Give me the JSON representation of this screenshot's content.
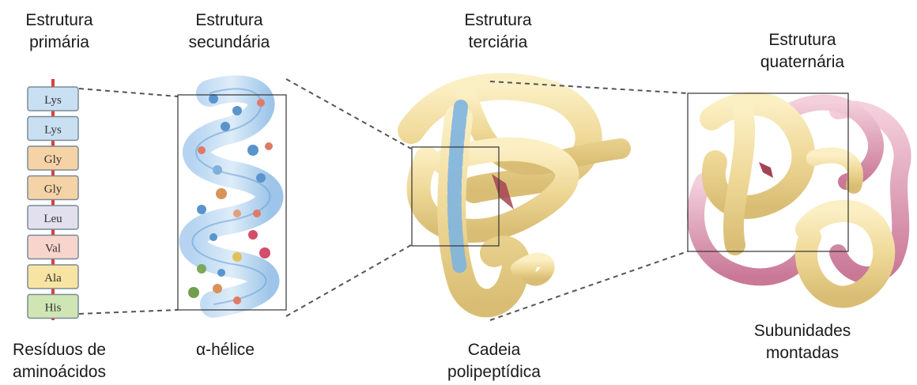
{
  "titles": {
    "primary": [
      "Estrutura",
      "primária"
    ],
    "secondary": [
      "Estrutura",
      "secundária"
    ],
    "tertiary": [
      "Estrutura",
      "terciária"
    ],
    "quaternary": [
      "Estrutura",
      "quaternária"
    ]
  },
  "captions": {
    "residues": [
      "Resíduos de",
      "aminoácidos"
    ],
    "helix": "α-hélice",
    "chain": [
      "Cadeia",
      "polipeptídica"
    ],
    "subunits": [
      "Subunidades",
      "montadas"
    ]
  },
  "residues": [
    {
      "name": "Lys",
      "color": "#c9e0f2"
    },
    {
      "name": "Lys",
      "color": "#c9e0f2"
    },
    {
      "name": "Gly",
      "color": "#f6d3a6"
    },
    {
      "name": "Gly",
      "color": "#f6d3a6"
    },
    {
      "name": "Leu",
      "color": "#e2e0ee"
    },
    {
      "name": "Val",
      "color": "#f7d5cc"
    },
    {
      "name": "Ala",
      "color": "#f7e4a2"
    },
    {
      "name": "His",
      "color": "#cfe6b4"
    }
  ],
  "colors": {
    "strand": "#d9403f",
    "helix_blue": "#7db4e0",
    "tube_yellow": "#efd998",
    "tube_pink": "#d98aa9",
    "dashed": "#555555"
  }
}
